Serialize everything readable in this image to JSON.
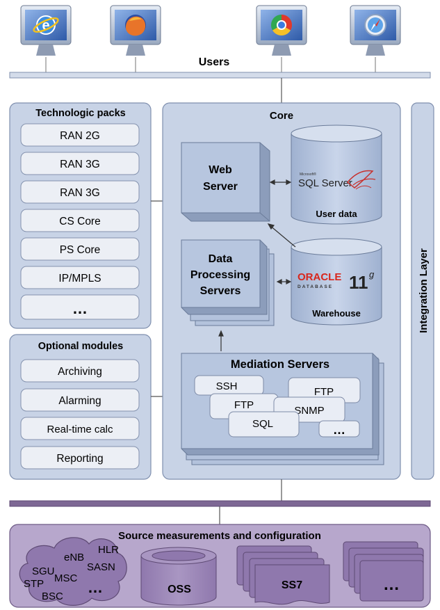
{
  "users": {
    "label": "Users",
    "browsers": [
      "internet-explorer-icon",
      "firefox-icon",
      "chrome-icon",
      "safari-icon"
    ]
  },
  "tech_packs": {
    "title": "Technologic packs",
    "items": [
      "RAN 2G",
      "RAN 3G",
      "RAN 3G",
      "CS Core",
      "PS Core",
      "IP/MPLS",
      "…"
    ]
  },
  "optional_modules": {
    "title": "Optional modules",
    "items": [
      "Archiving",
      "Alarming",
      "Real-time calc",
      "Reporting"
    ]
  },
  "core": {
    "title": "Core",
    "web_server": [
      "Web",
      "Server"
    ],
    "data_processing": [
      "Data",
      "Processing",
      "Servers"
    ],
    "user_data": {
      "brand_small": "Microsoft®",
      "brand": "SQL Server",
      "label": "User data"
    },
    "warehouse": {
      "brand": "ORACLE",
      "brand_sub": "DATABASE",
      "version": "11",
      "version_sup": "g",
      "label": "Warehouse"
    },
    "mediation": {
      "title": "Mediation Servers",
      "protocols": [
        "SSH",
        "FTP",
        "FTP",
        "SNMP",
        "SQL",
        "…"
      ]
    }
  },
  "integration_layer": {
    "label": "Integration Layer"
  },
  "source": {
    "title": "Source measurements and configuration",
    "cloud_labels": [
      "HLR",
      "eNB",
      "SGU",
      "SASN",
      "MSC",
      "STP",
      "BSC",
      "…"
    ],
    "oss": "OSS",
    "ss7": "SS7",
    "more": "…"
  },
  "colors": {
    "panel_fill": "#c8d3e6",
    "panel_stroke": "#7f8fae",
    "box_fill": "#eceff5",
    "bus": "#7d6794",
    "source_fill": "#b7a7cc",
    "source_dark": "#8f78ad",
    "server_fill": "#b3c2dc",
    "oracle_red": "#d8261c"
  }
}
